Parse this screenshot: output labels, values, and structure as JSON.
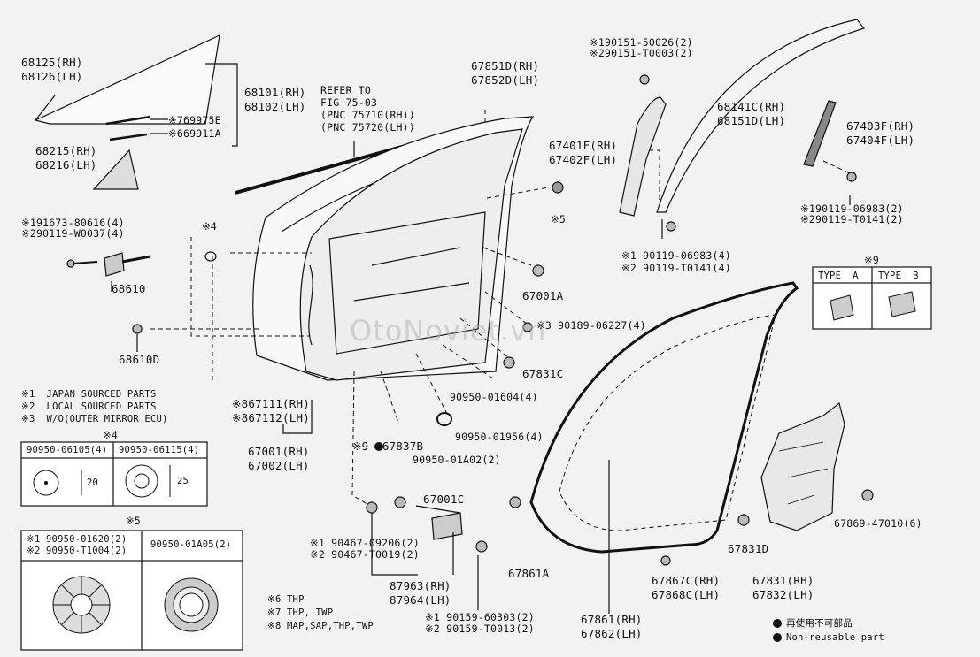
{
  "watermark": "OtoNoviet.vn",
  "labels": {
    "p68125": "68125(RH)",
    "p68126": "68126(LH)",
    "p68101": "68101(RH)",
    "p68102": "68102(LH)",
    "p69975E": "※769975E",
    "p69911A": "※669911A",
    "p68215": "68215(RH)",
    "p68216": "68216(LH)",
    "refer1": "REFER TO",
    "refer2": "FIG 75-03",
    "refer3": "(PNC 75710(RH))",
    "refer4": "(PNC 75720(LH))",
    "p67851D": "67851D(RH)",
    "p67852D": "67852D(LH)",
    "b90151a": "※190151-50026(2)",
    "b90151b": "※290151-T0003(2)",
    "p68141C": "68141C(RH)",
    "p68151D": "68151D(LH)",
    "p67403F": "67403F(RH)",
    "p67404F": "67404F(LH)",
    "p67401F": "67401F(RH)",
    "p67402F": "67402F(LH)",
    "b90119a": "※190119-06983(2)",
    "b90119b": "※290119-T0141(2)",
    "b91673": "※191673-80616(4)",
    "b90119w": "※290119-W0037(4)",
    "ref4": "※4",
    "ref5": "※5",
    "b90119c": "※1 90119-06983(4)",
    "b90119d": "※2 90119-T0141(4)",
    "p68610": "68610",
    "p67001A": "67001A",
    "p68610D": "68610D",
    "b90189": "※3 90189-06227(4)",
    "p67831C": "67831C",
    "n1": "※1  JAPAN SOURCED PARTS",
    "n2": "※2  LOCAL SOURCED PARTS",
    "n3": "※3  W/O(OUTER MIRROR ECU)",
    "p67111": "※867111(RH)",
    "p67112": "※867112(LH)",
    "p90950_01604": "90950-01604(4)",
    "p90950_01956": "90950-01956(4)",
    "ref4b": "※4",
    "p67001": "67001(RH)",
    "p67002": "67002(LH)",
    "p67837B": "※9 ●67837B",
    "p90950_01A02": "90950-01A02(2)",
    "p67001C": "67001C",
    "b90467a": "※1 90467-09206(2)",
    "b90467b": "※2 90467-T0019(2)",
    "p87963": "87963(RH)",
    "p87964": "87964(LH)",
    "b90159a": "※1 90159-60303(2)",
    "b90159b": "※2 90159-T0013(2)",
    "ref5b": "※5",
    "n6": "※6 THP",
    "n7": "※7 THP, TWP",
    "n8": "※8 MAP,SAP,THP,TWP",
    "p67861A": "67861A",
    "p67861": "67861(RH)",
    "p67862": "67862(LH)",
    "p67867C": "67867C(RH)",
    "p67868C": "67868C(LH)",
    "p67831D": "67831D",
    "p67831": "67831(RH)",
    "p67832": "67832(LH)",
    "p67869": "67869-47010(6)",
    "ref9": "※9",
    "typeA": "TYPE  A",
    "typeB": "TYPE  B",
    "leg1": "再使用不可部品",
    "leg2": "Non-reusable part"
  },
  "table4": {
    "col1": "90950-06105(4)",
    "col2": "90950-06115(4)",
    "dim1": "20",
    "dim2": "25"
  },
  "table5": {
    "col1a": "※1 90950-01620(2)",
    "col1b": "※2 90950-T1004(2)",
    "col2": "90950-01A05(2)"
  }
}
